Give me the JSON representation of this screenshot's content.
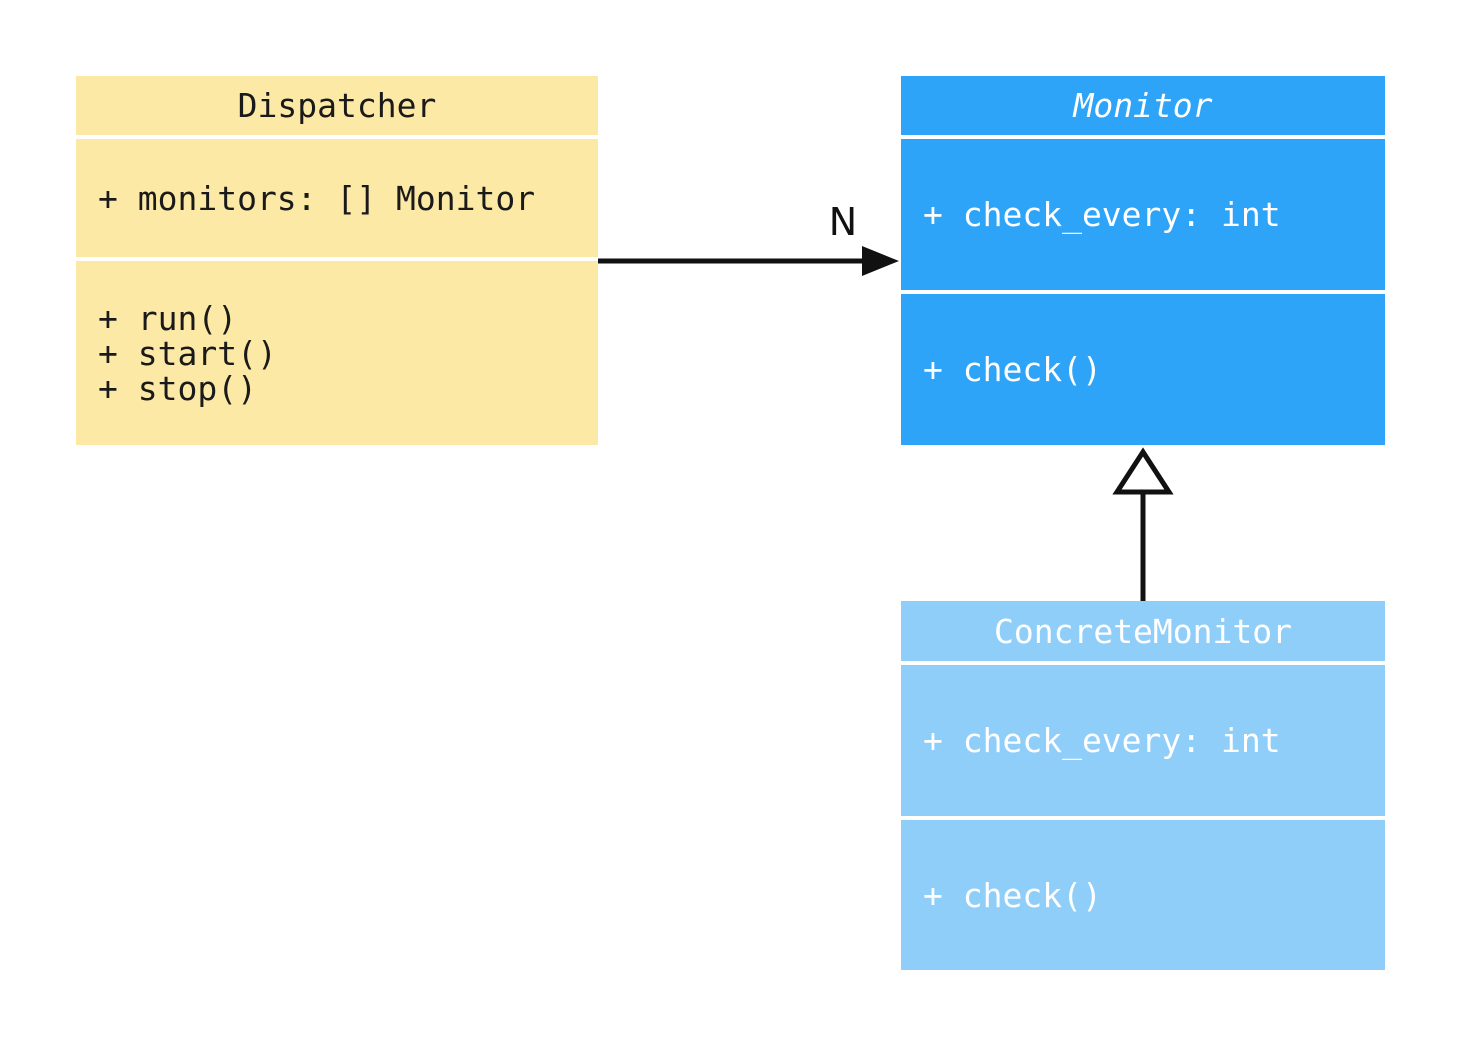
{
  "diagram": {
    "kind": "uml-class-diagram",
    "background_color": "#ffffff",
    "line_color": "#111111",
    "classes": [
      {
        "name": "Dispatcher",
        "abstract": false,
        "fill_color": "#fce9a5",
        "text_color": "#1a1a1a",
        "attributes": [
          "+ monitors: [] Monitor"
        ],
        "methods": [
          "+ run()",
          "+ start()",
          "+ stop()"
        ]
      },
      {
        "name": "Monitor",
        "abstract": true,
        "fill_color": "#2ea4f9",
        "text_color": "#ffffff",
        "attributes": [
          "+ check_every: int"
        ],
        "methods": [
          "+ check()"
        ]
      },
      {
        "name": "ConcreteMonitor",
        "abstract": false,
        "fill_color": "#90cefa",
        "text_color": "#ffffff",
        "attributes": [
          "+ check_every: int"
        ],
        "methods": [
          "+ check()"
        ]
      }
    ],
    "relations": [
      {
        "type": "association",
        "from": "Dispatcher",
        "to": "Monitor",
        "label": "N"
      },
      {
        "type": "generalization",
        "from": "ConcreteMonitor",
        "to": "Monitor",
        "label": ""
      }
    ]
  }
}
